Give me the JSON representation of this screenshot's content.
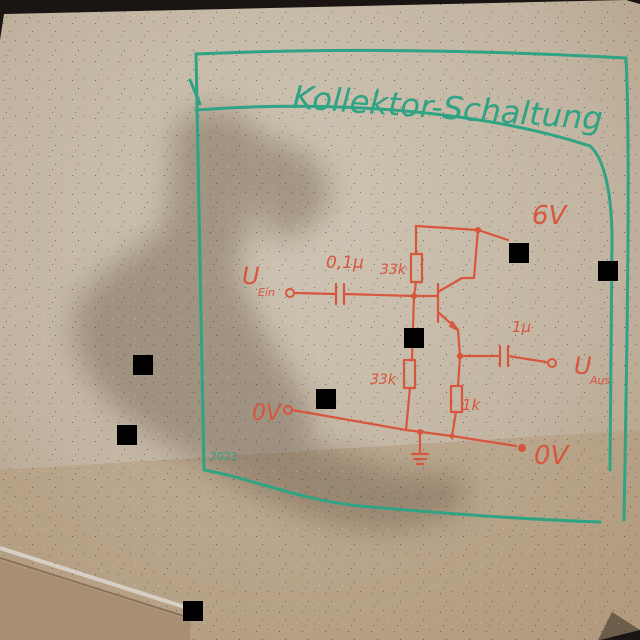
{
  "title": "Kollektor-Schaltung",
  "corner_note": "2021",
  "labels": {
    "supply": "6V",
    "input": "U",
    "input_sub": "Ein",
    "output": "U",
    "output_sub": "Aus",
    "zero_left": "0V",
    "zero_right": "0V",
    "cap_in": "0,1μ",
    "cap_out": "1μ",
    "r_top": "33k",
    "r_bottom": "33k",
    "r_emitter": "1k"
  },
  "colors": {
    "ink_red": "#d8553e",
    "ink_green": "#2fa383",
    "board": "#c9bcab",
    "occluder": "#000000"
  }
}
